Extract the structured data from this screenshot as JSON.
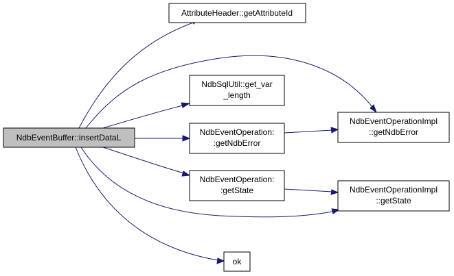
{
  "colors": {
    "edge": "#191970",
    "root_fill": "#bfbfbf",
    "node_fill": "#ffffff",
    "node_stroke": "#000000"
  },
  "nodes": {
    "root": {
      "lines": [
        "NdbEventBuffer::insertDataL"
      ]
    },
    "get_attribute_id": {
      "lines": [
        "AttributeHeader::getAttributeId"
      ]
    },
    "get_var_length": {
      "lines": [
        "NdbSqlUtil::get_var",
        "_length"
      ]
    },
    "op_get_ndb_error": {
      "lines": [
        "NdbEventOperation:",
        ":getNdbError"
      ]
    },
    "op_get_state": {
      "lines": [
        "NdbEventOperation:",
        ":getState"
      ]
    },
    "ok": {
      "lines": [
        "ok"
      ]
    },
    "impl_get_ndb_error": {
      "lines": [
        "NdbEventOperationImpl",
        "::getNdbError"
      ]
    },
    "impl_get_state": {
      "lines": [
        "NdbEventOperationImpl",
        "::getState"
      ]
    }
  }
}
